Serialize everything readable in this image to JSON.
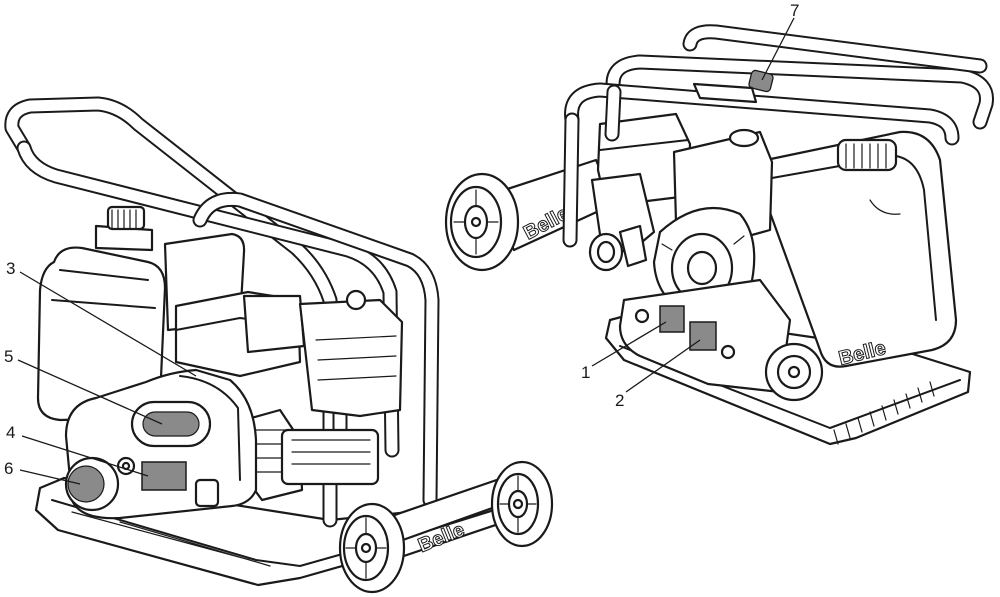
{
  "callouts": [
    {
      "id": "1",
      "label": "1"
    },
    {
      "id": "2",
      "label": "2"
    },
    {
      "id": "3",
      "label": "3"
    },
    {
      "id": "4",
      "label": "4"
    },
    {
      "id": "5",
      "label": "5"
    },
    {
      "id": "6",
      "label": "6"
    },
    {
      "id": "7",
      "label": "7"
    }
  ],
  "brand_text": "Belle",
  "colors": {
    "line": "#1a1a1a",
    "fill": "#ffffff",
    "label_patch": "#8a8a8a"
  }
}
